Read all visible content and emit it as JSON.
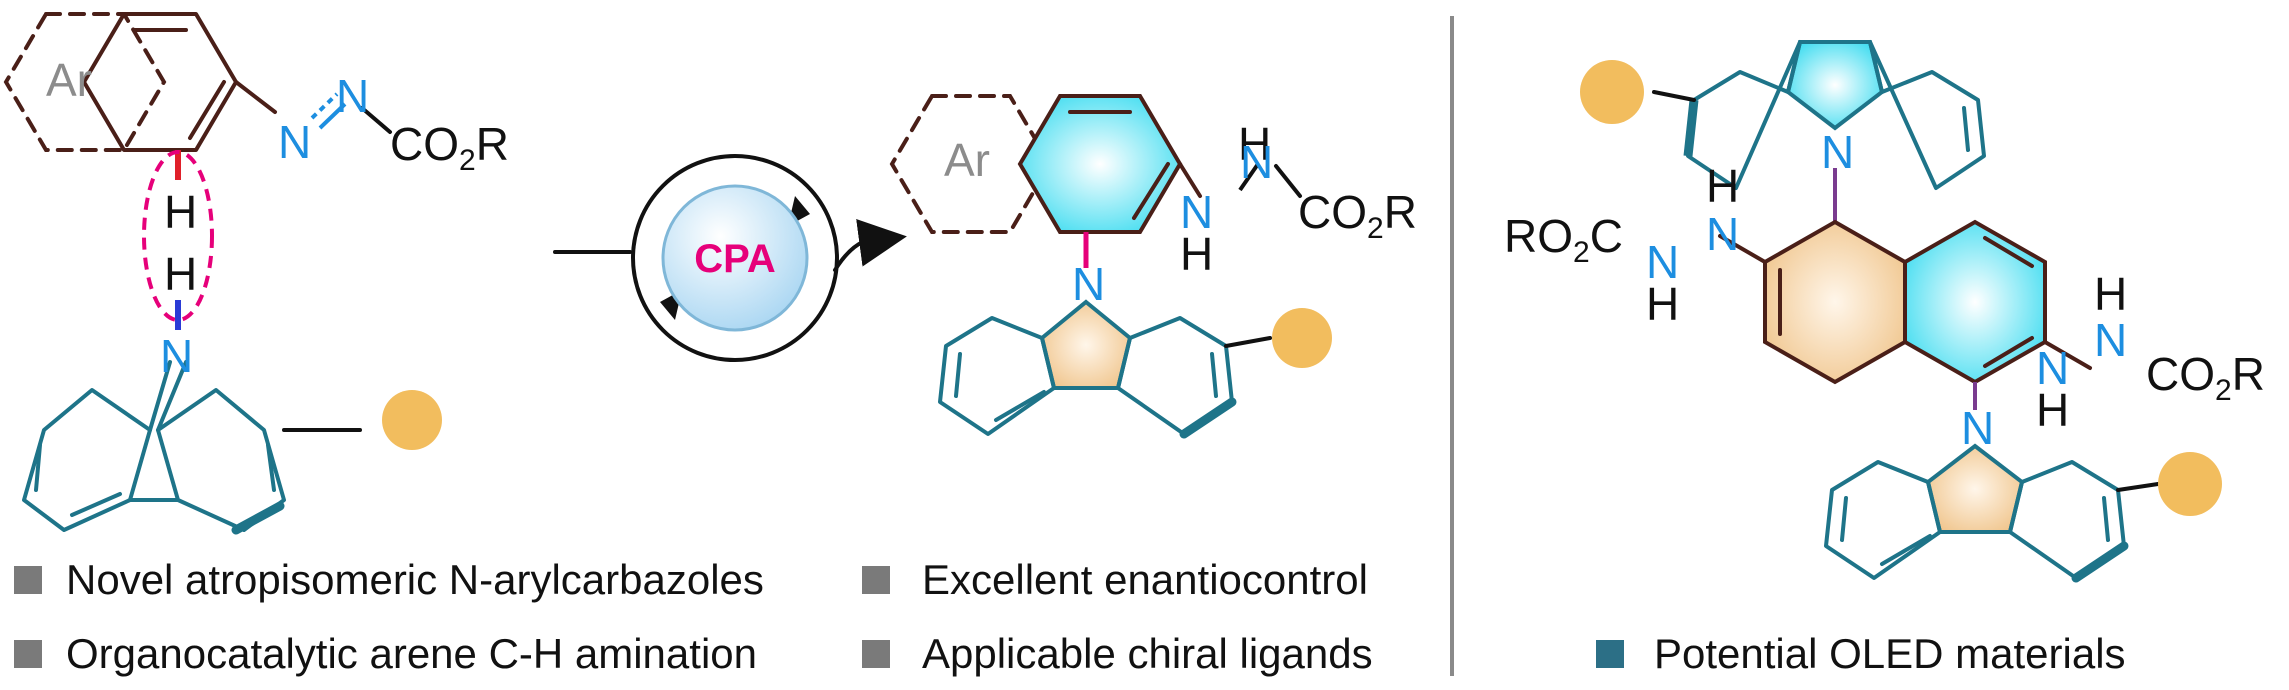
{
  "reactant": {
    "ar_label": "Ar",
    "azo_n1": "N",
    "azo_n2": "N",
    "ester": "CO",
    "ester_sub": "2",
    "ester_r": "R",
    "h_arene": "H",
    "h_carbazole": "H",
    "n_carbazole": "N"
  },
  "catalyst": {
    "label": "CPA"
  },
  "product": {
    "ar_label": "Ar",
    "nh1_h": "H",
    "nh1_n": "N",
    "nh2_n": "N",
    "nh2_h": "H",
    "ester": "CO",
    "ester_sub": "2",
    "ester_r": "R",
    "n_carbazole": "N"
  },
  "oled": {
    "left_ester": "RO",
    "left_ester_sub": "2",
    "left_ester_c": "C",
    "left_n_top": "N",
    "left_h_top": "H",
    "left_n_bottom": "N",
    "left_h_bottom": "H",
    "right_h_top": "H",
    "right_n_top": "N",
    "right_n_bottom": "N",
    "right_h_bottom": "H",
    "right_ester": "CO",
    "right_ester_sub": "2",
    "right_ester_r": "R",
    "n_top": "N",
    "n_bottom": "N"
  },
  "bullets": {
    "left_col": [
      "Novel atropisomeric N-arylcarbazoles",
      "Organocatalytic arene C-H amination"
    ],
    "mid_col": [
      "Excellent enantiocontrol",
      "Applicable chiral ligands"
    ],
    "right_col": [
      "Potential OLED materials"
    ]
  },
  "colors": {
    "teal": "#1e7489",
    "brown": "#4a1f18",
    "blue_atom": "#1d8ee0",
    "magenta": "#e6007a",
    "orange_dot": "#f2bd5e",
    "cyan_fill": "#5ee6f5",
    "peach_fill": "#f5d9b0",
    "bullet_gray": "#7a7a7a",
    "bullet_teal": "#2c6f86",
    "divider": "#8a8a8a"
  }
}
